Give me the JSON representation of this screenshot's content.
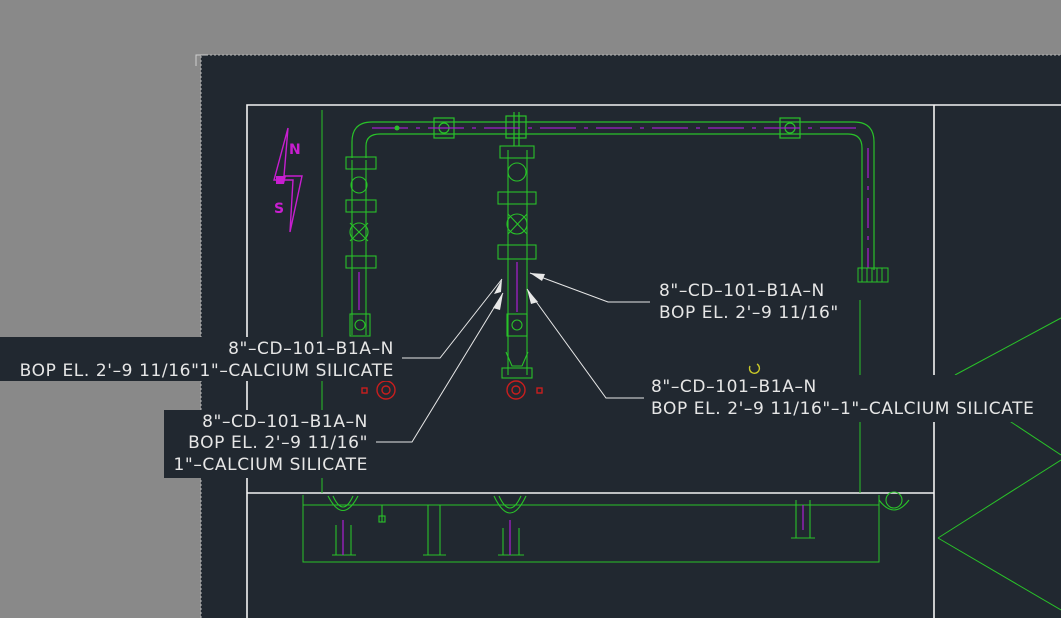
{
  "viewport": {
    "colors": {
      "background": "#898989",
      "paper": "#212830",
      "pipe_green": "#29c229",
      "centerline_magenta": "#a020c8",
      "north_magenta": "#c81ed0",
      "label_fill": "#212830",
      "leader_white": "#e8e8e8",
      "frame_white": "#f2f2f2",
      "hanger_red": "#c81e1e",
      "cursor_yellow": "#c8c828"
    }
  },
  "north_arrow": {
    "n_label": "N",
    "s_label": "S"
  },
  "labels": {
    "right_top": {
      "line1": "8\"–CD–101–B1A–N",
      "line2": "BOP EL. 2'–9 11/16\""
    },
    "left_boxed": {
      "line1": "8\"–CD–101–B1A–N",
      "line2": "BOP EL. 2'–9 11/16\"1\"–CALCIUM SILICATE"
    },
    "right_mid": {
      "line1": "8\"–CD–101–B1A–N",
      "line2": "BOP EL. 2'–9 11/16\"–1\"–CALCIUM SILICATE"
    },
    "left_lower": {
      "line1": "8\"–CD–101–B1A–N",
      "line2": "BOP EL. 2'–9 11/16\"",
      "line3": "1\"–CALCIUM SILICATE"
    }
  }
}
